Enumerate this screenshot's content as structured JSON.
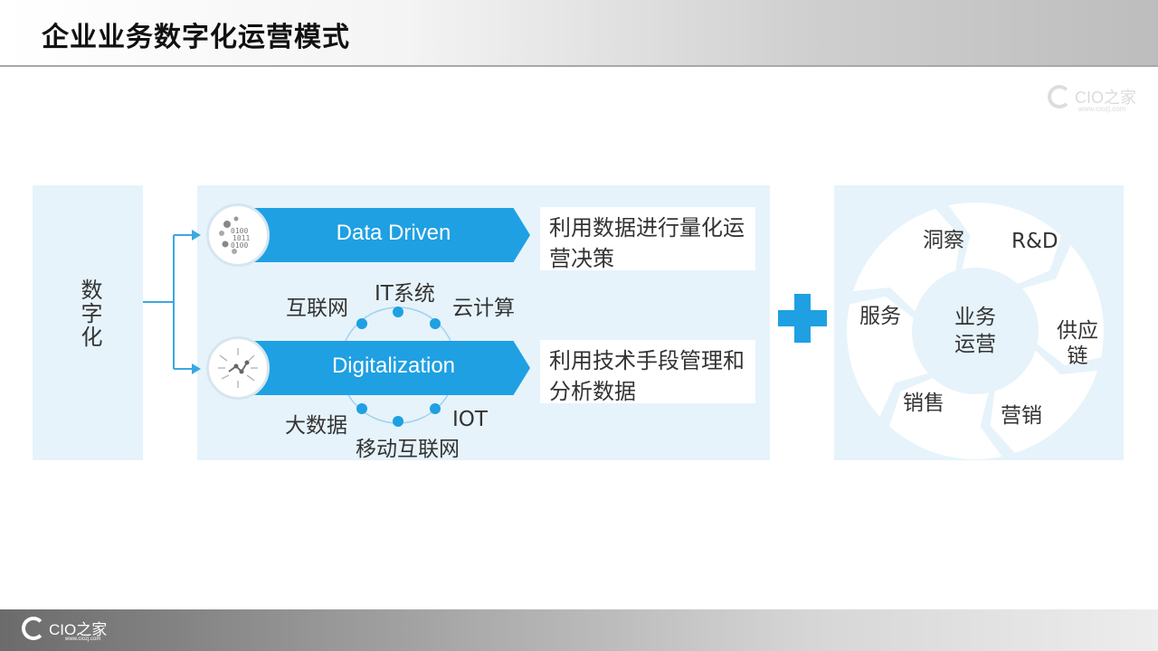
{
  "header": {
    "title": "企业业务数字化运营模式"
  },
  "watermark": {
    "brand": "CIO之家",
    "url": "www.ciozj.com"
  },
  "left_panel": {
    "label": "数字化"
  },
  "middle_panel": {
    "banners": [
      {
        "label": "Data Driven",
        "description": "利用数据进行量化运营决策"
      },
      {
        "label": "Digitalization",
        "description": "利用技术手段管理和分析数据"
      }
    ],
    "technologies": [
      "IT系统",
      "互联网",
      "云计算",
      "大数据",
      "IOT",
      "移动互联网"
    ]
  },
  "right_panel": {
    "center": {
      "line1": "业务",
      "line2": "运营"
    },
    "segments": [
      "洞察",
      "R&D",
      "供应链",
      "营销",
      "销售",
      "服务"
    ]
  },
  "footer": {
    "brand": "CIO之家",
    "url": "www.ciozj.com"
  },
  "colors": {
    "accent": "#1ea0e3",
    "panel_bg": "#e6f3fa",
    "connector": "#3aa8e0"
  },
  "icons": {
    "data_driven": "binary-data-icon",
    "digitalization": "network-nodes-icon"
  }
}
